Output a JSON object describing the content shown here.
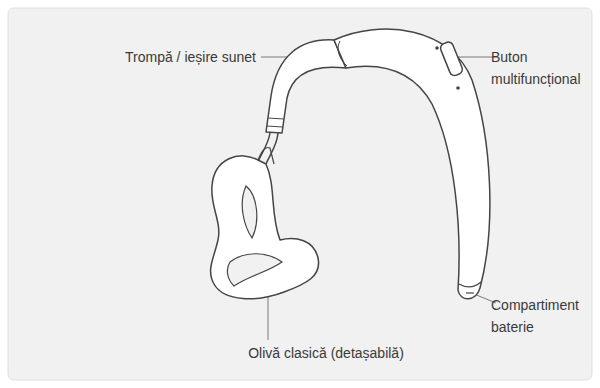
{
  "diagram": {
    "labels": [
      "Trompă / ieșire sunet",
      "Buton multifuncțional",
      "Compartiment baterie",
      "Olivă clasică (detașabilă)"
    ]
  }
}
